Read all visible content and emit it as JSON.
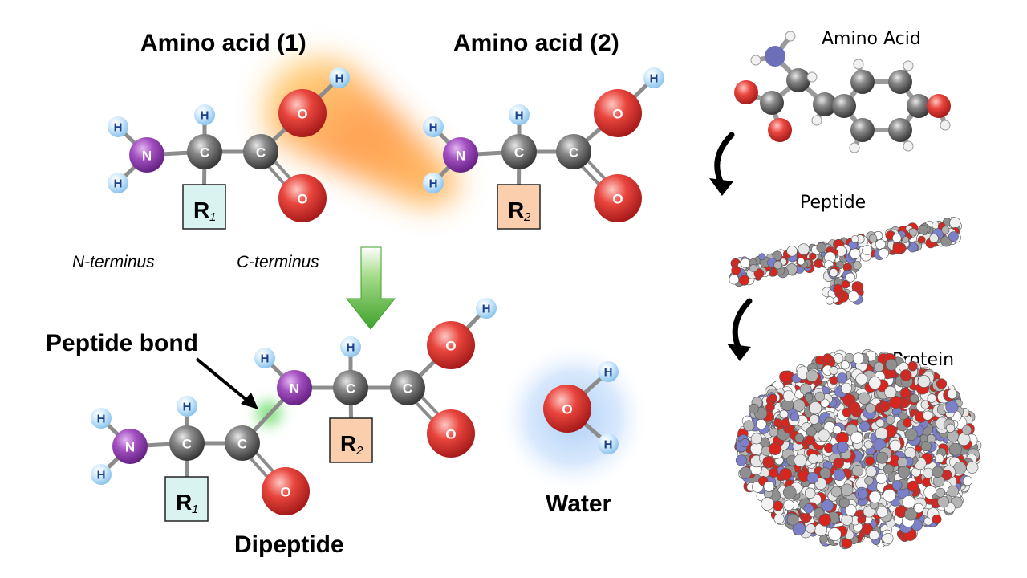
{
  "titles": {
    "amino_acid_1": "Amino acid (1)",
    "amino_acid_2": "Amino acid (2)",
    "n_terminus": "N-terminus",
    "c_terminus": "C-terminus",
    "peptide_bond": "Peptide bond",
    "dipeptide": "Dipeptide",
    "water": "Water"
  },
  "side_panel": {
    "amino_acid": "Amino Acid",
    "peptide": "Peptide",
    "protein": "Protein"
  },
  "atom_labels": {
    "hydrogen": "H",
    "carbon": "C",
    "nitrogen": "N",
    "oxygen": "O"
  },
  "r_groups": {
    "r_letter": "R",
    "r1_sub": "1",
    "r2_sub": "2"
  },
  "colors": {
    "hydrogen": "#a9d6f5",
    "carbon": "#4a4a4a",
    "nitrogen": "#8e3aa8",
    "oxygen": "#d32a2a",
    "r1_box": "#d9f3f0",
    "r2_box": "#fbcfae",
    "condensation_glow": "#ffb030",
    "water_glow": "#9cc4f5",
    "peptide_bond_glow": "#58d858",
    "reaction_arrow": "#3ea12a"
  },
  "icons": {
    "reaction_arrow": "down-arrow-icon",
    "side_arrows": "curved-arrow-icon"
  }
}
